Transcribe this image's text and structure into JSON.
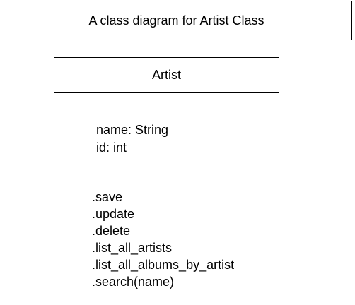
{
  "caption": "A class diagram for Artist Class",
  "class_diagram": {
    "name": "Artist",
    "attributes": [
      "name: String",
      "id: int"
    ],
    "methods": [
      ".save",
      ".update",
      ".delete",
      ".list_all_artists",
      ".list_all_albums_by_artist",
      ".search(name)"
    ]
  }
}
